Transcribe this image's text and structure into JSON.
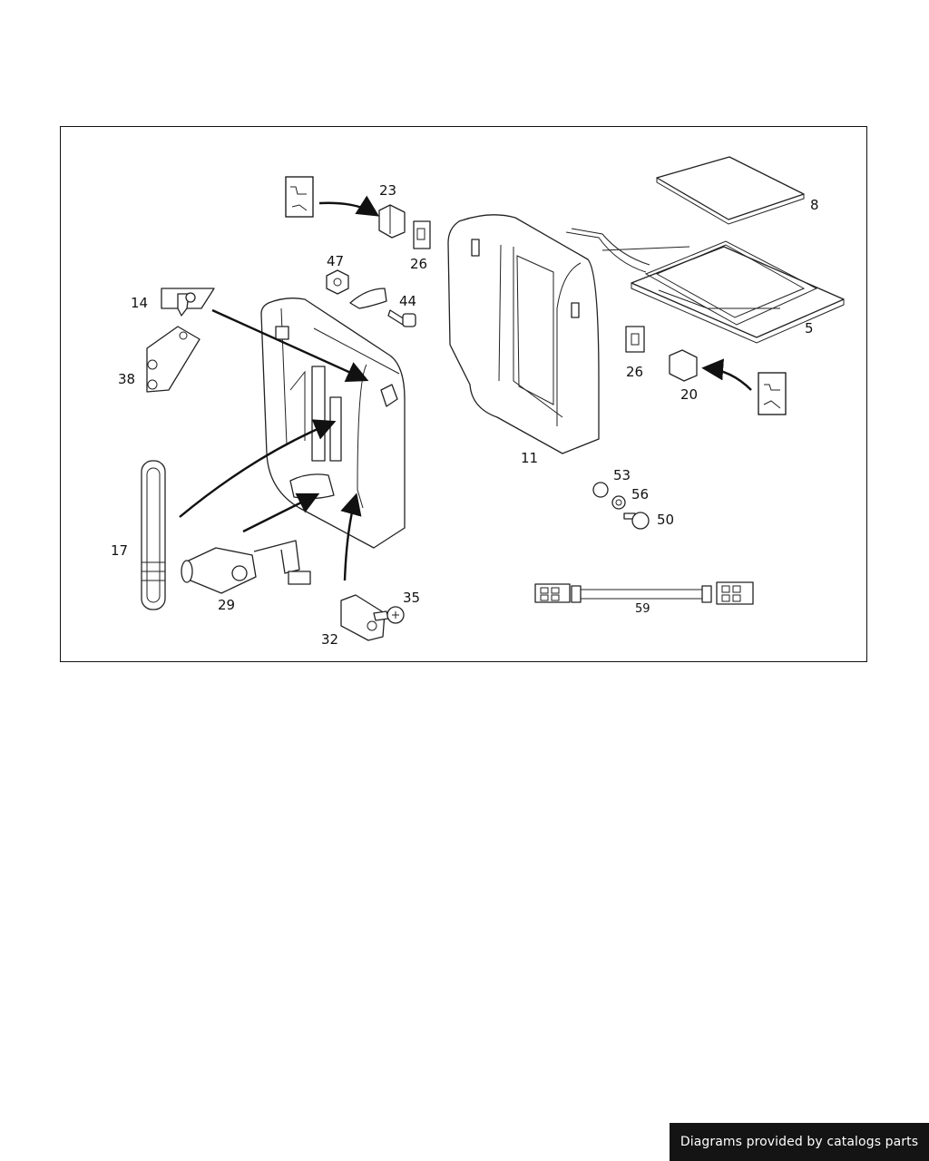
{
  "diagram": {
    "labels": {
      "l8": "8",
      "l23": "23",
      "l26a": "26",
      "l47": "47",
      "l44": "44",
      "l14": "14",
      "l38": "38",
      "l5": "5",
      "l26b": "26",
      "l20": "20",
      "l11": "11",
      "l53": "53",
      "l56": "56",
      "l50": "50",
      "l17": "17",
      "l29": "29",
      "l35": "35",
      "l32": "32",
      "l59": "59"
    }
  },
  "footer": {
    "credit": "Diagrams provided by catalogs parts"
  },
  "colors": {
    "line": "#222222",
    "banner_bg": "#141414",
    "banner_text": "#ffffff"
  }
}
